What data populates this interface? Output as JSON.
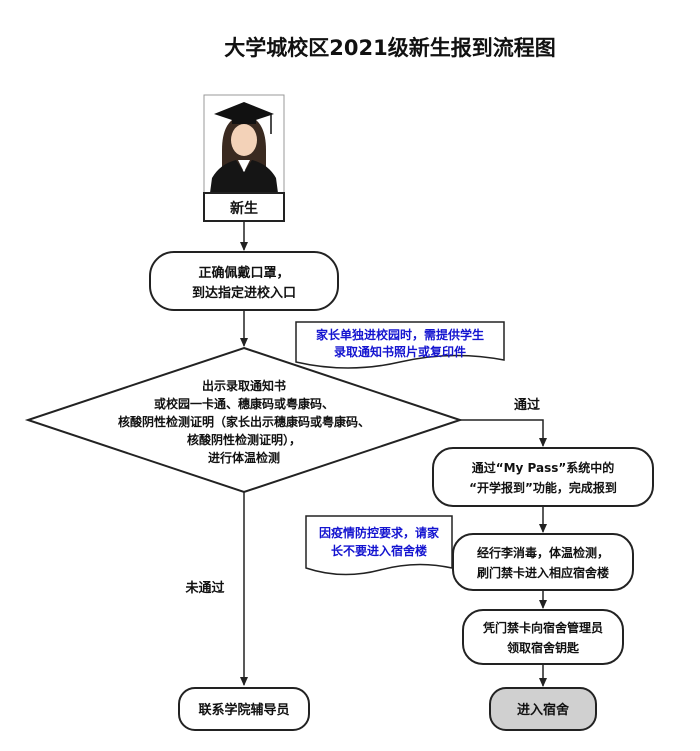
{
  "title": "大学城校区2021级新生报到流程图",
  "nodes": {
    "student": "新生",
    "mask_line1": "正确佩戴口罩，",
    "mask_line2": "到达指定进校入口",
    "check_line1": "出示录取通知书",
    "check_line2": "或校园一卡通、穗康码或粤康码、",
    "check_line3": "核酸阴性检测证明（家长出示穗康码或粤康码、",
    "check_line4": "核酸阴性检测证明），",
    "check_line5": "进行体温检测",
    "mypass_line1": "通过“My Pass”系统中的",
    "mypass_line2": "“开学报到”功能，完成报到",
    "disinfect_line1": "经行李消毒，体温检测，",
    "disinfect_line2": "刷门禁卡进入相应宿舍楼",
    "key_line1": "凭门禁卡向宿舍管理员",
    "key_line2": "领取宿舍钥匙",
    "enter": "进入宿舍",
    "counselor": "联系学院辅导员"
  },
  "notes": {
    "parent_line1": "家长单独进校园时，需提供学生",
    "parent_line2": "录取通知书照片或复印件",
    "epidemic_line1": "因疫情防控要求，请家",
    "epidemic_line2": "长不要进入宿舍楼"
  },
  "edges": {
    "pass_label": "通过",
    "fail_label": "未通过"
  },
  "colors": {
    "note_text": "#1414d0",
    "final_fill": "#d0d0d0",
    "stroke": "#222222"
  },
  "icons": {
    "avatar": "graduate-avatar-icon"
  }
}
